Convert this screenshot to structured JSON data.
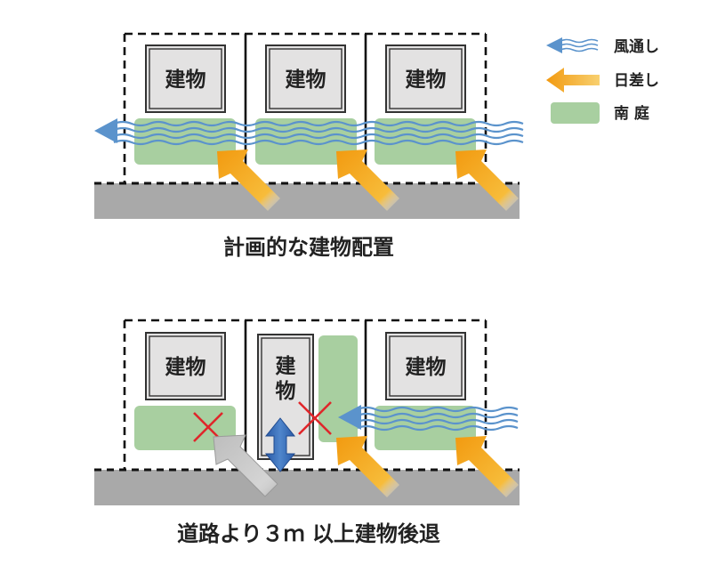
{
  "legend": {
    "wind_label": "風通し",
    "sun_label": "日差し",
    "garden_label": "南 庭"
  },
  "top_diagram": {
    "building_label": "建物",
    "caption": "計画的な建物配置"
  },
  "bottom_diagram": {
    "building_label": "建物",
    "vertical_building_chars": [
      "建",
      "物"
    ],
    "caption": "道路より３ｍ 以上建物後退"
  },
  "colors": {
    "garden": "#a8cfa0",
    "road": "#a9a9a9",
    "building_fill": "#e3e2e2",
    "wind": "#5b93cc",
    "sun_arrow": "#f2a81e",
    "blocked_sun_arrow": "#c9c9c9",
    "setback_arrow": "#3d6fb8",
    "block_mark": "#e0262a"
  },
  "icons": {
    "wind": "wind-arrow-icon",
    "sun": "sun-arrow-icon",
    "garden": "garden-swatch-icon",
    "blocked": "x-mark-icon",
    "setback": "double-arrow-icon"
  }
}
